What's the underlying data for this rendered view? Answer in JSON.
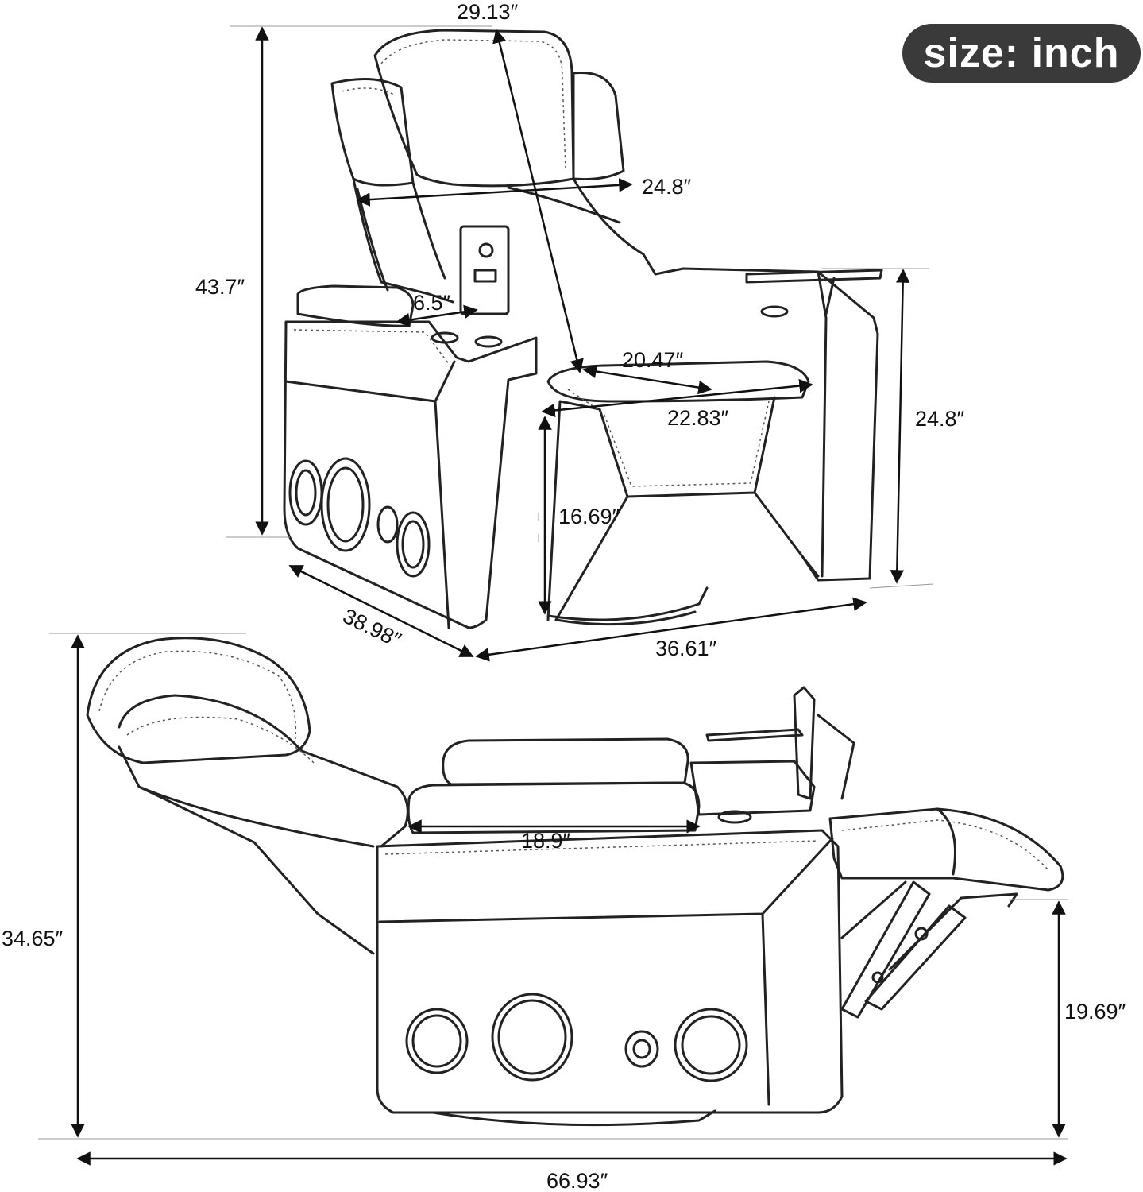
{
  "badge": {
    "text": "size: inch"
  },
  "front_view": {
    "top_depth": "29.13″",
    "headrest_width": "24.8″",
    "total_height": "43.7″",
    "armrest_width": "6.5″",
    "seat_depth": "20.47″",
    "seat_width": "22.83″",
    "arm_height": "24.8″",
    "seat_height": "16.69″",
    "depth": "38.98″",
    "width": "36.61″"
  },
  "side_view": {
    "armrest_length": "18.9″",
    "reclined_height": "34.65″",
    "footrest_height": "19.69″",
    "reclined_length": "66.93″"
  },
  "colors": {
    "line": "#222222",
    "stitch": "#555555",
    "badge_bg": "#3a3a3a"
  }
}
